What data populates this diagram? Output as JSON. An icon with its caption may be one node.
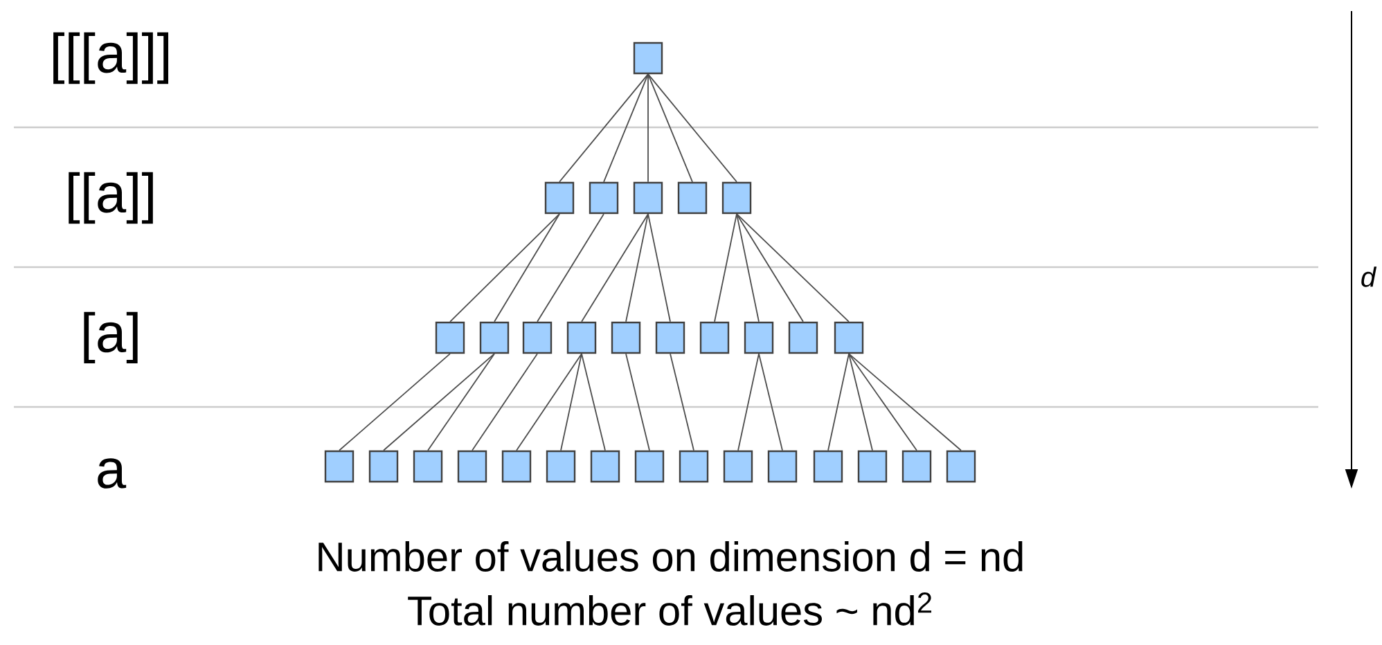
{
  "diagram": {
    "nodes": [
      {
        "text": [],
        "shape": "box"
      },
      {
        "text": [],
        "shape": "box"
      },
      {
        "text": [],
        "shape": "box"
      },
      {
        "text": [],
        "shape": "box"
      },
      {
        "text": [],
        "shape": "box"
      },
      {
        "text": [],
        "shape": "box"
      },
      {
        "text": [],
        "shape": "box"
      },
      {
        "text": [],
        "shape": "box"
      },
      {
        "text": [],
        "shape": "box"
      },
      {
        "text": [],
        "shape": "box"
      },
      {
        "text": [],
        "shape": "box"
      },
      {
        "text": [],
        "shape": "box"
      },
      {
        "text": [],
        "shape": "box"
      },
      {
        "text": [],
        "shape": "box"
      },
      {
        "text": [],
        "shape": "box"
      },
      {
        "text": [],
        "shape": "box"
      },
      {
        "text": [],
        "shape": "box"
      },
      {
        "text": [],
        "shape": "box"
      },
      {
        "text": [],
        "shape": "box"
      },
      {
        "text": [],
        "shape": "box"
      },
      {
        "text": [],
        "shape": "box"
      },
      {
        "text": [],
        "shape": "box"
      },
      {
        "text": [],
        "shape": "box"
      },
      {
        "text": [],
        "shape": "box"
      },
      {
        "text": [],
        "shape": "box"
      },
      {
        "text": [],
        "shape": "box"
      },
      {
        "text": [],
        "shape": "box"
      },
      {
        "text": [],
        "shape": "box"
      },
      {
        "text": [],
        "shape": "box"
      },
      {
        "text": [],
        "shape": "box"
      },
      {
        "text": [],
        "shape": "box"
      }
    ],
    "edges": [
      {
        "from": 0,
        "to": 1,
        "arrow": "none"
      },
      {
        "from": 0,
        "to": 2,
        "arrow": "none"
      },
      {
        "from": 0,
        "to": 3,
        "arrow": "none"
      },
      {
        "from": 0,
        "to": 4,
        "arrow": "none"
      },
      {
        "from": 0,
        "to": 5,
        "arrow": "none"
      },
      {
        "from": 1,
        "to": 6,
        "arrow": "none"
      },
      {
        "from": 1,
        "to": 7,
        "arrow": "none"
      },
      {
        "from": 2,
        "to": 8,
        "arrow": "none"
      },
      {
        "from": 3,
        "to": 9,
        "arrow": "none"
      },
      {
        "from": 3,
        "to": 10,
        "arrow": "none"
      },
      {
        "from": 3,
        "to": 11,
        "arrow": "none"
      },
      {
        "from": 5,
        "to": 12,
        "arrow": "none"
      },
      {
        "from": 5,
        "to": 13,
        "arrow": "none"
      },
      {
        "from": 5,
        "to": 14,
        "arrow": "none"
      },
      {
        "from": 5,
        "to": 15,
        "arrow": "none"
      },
      {
        "from": 6,
        "to": 16,
        "arrow": "none"
      },
      {
        "from": 7,
        "to": 17,
        "arrow": "none"
      },
      {
        "from": 7,
        "to": 18,
        "arrow": "none"
      },
      {
        "from": 8,
        "to": 19,
        "arrow": "none"
      },
      {
        "from": 9,
        "to": 20,
        "arrow": "none"
      },
      {
        "from": 9,
        "to": 21,
        "arrow": "none"
      },
      {
        "from": 9,
        "to": 22,
        "arrow": "none"
      },
      {
        "from": 10,
        "to": 23,
        "arrow": "none"
      },
      {
        "from": 11,
        "to": 24,
        "arrow": "none"
      },
      {
        "from": 13,
        "to": 25,
        "arrow": "none"
      },
      {
        "from": 13,
        "to": 26,
        "arrow": "none"
      },
      {
        "from": 15,
        "to": 27,
        "arrow": "none"
      },
      {
        "from": 15,
        "to": 28,
        "arrow": "none"
      },
      {
        "from": 15,
        "to": 29,
        "arrow": "none"
      },
      {
        "from": 15,
        "to": 30,
        "arrow": "none"
      }
    ],
    "labels": [
      "[[[a]]]",
      "[[a]]",
      "[a]",
      "a",
      "d",
      "Number of values on dimension d = nd",
      "Total number of values ~ nd$^{2}$"
    ]
  }
}
